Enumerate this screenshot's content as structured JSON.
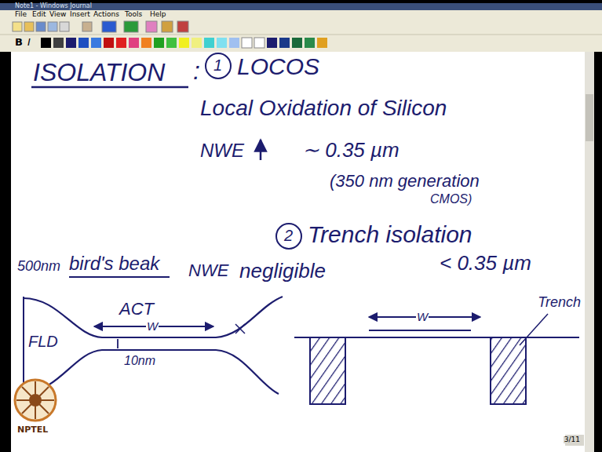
{
  "diagram": {
    "title": "ISOLATION",
    "labels": [
      "Note1 - Windows Journal",
      "File",
      "Edit",
      "View",
      "Insert",
      "Actions",
      "Tools",
      "Help",
      "B",
      "I",
      ":",
      "1",
      "LOCOS",
      "Local Oxidation of Silicon",
      "NWE",
      "∼ 0.35 µm",
      "(350 nm generation",
      "CMOS)",
      "2",
      "Trench isolation",
      "500nm",
      "bird's beak",
      "NWE",
      "negligible",
      "< 0.35 µm",
      "FLD",
      "ACT",
      "W",
      "10nm",
      "W",
      "Trench",
      "NPTEL",
      "3/11"
    ]
  }
}
